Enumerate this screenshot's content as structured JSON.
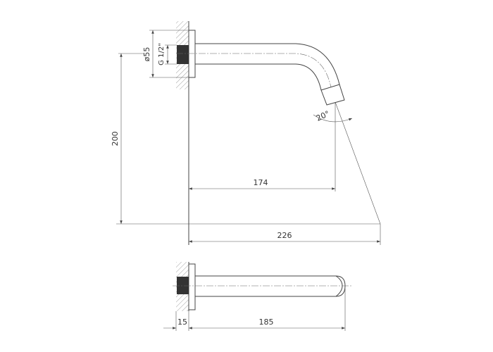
{
  "drawing": {
    "dimensions": {
      "flange_diameter": "ø55",
      "thread": "G 1/2\"",
      "height": "200",
      "reach_outlet": "174",
      "reach_total": "226",
      "angle": "20°",
      "flange_depth": "15",
      "spout_length": "185"
    },
    "colors": {
      "line": "#444444",
      "thread": "#333333"
    }
  }
}
